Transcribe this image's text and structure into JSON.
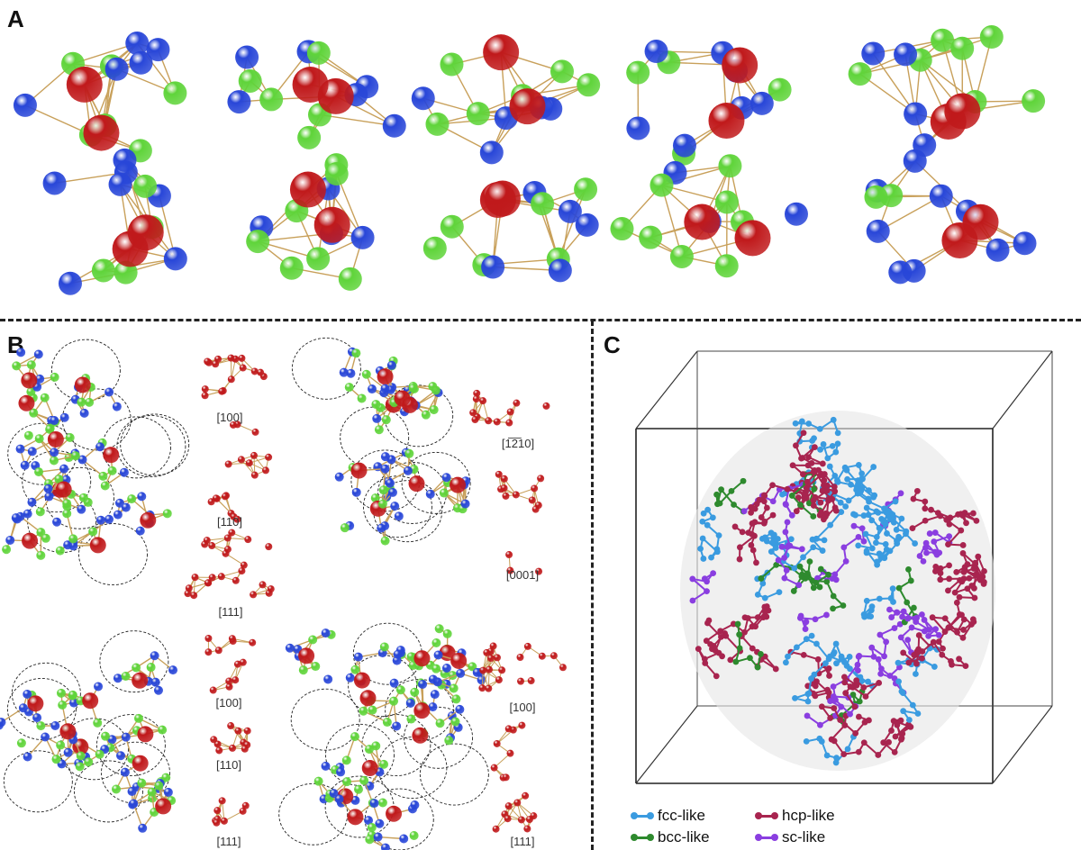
{
  "panels": {
    "a": {
      "letter": "A"
    },
    "b": {
      "letter": "B",
      "directions": {
        "tl": [
          "[100]",
          "[110]",
          "[111]"
        ],
        "tr": [
          "[1̅2̅10]",
          "[0001]"
        ],
        "bl": [
          "[100]",
          "[110]",
          "[111]"
        ],
        "br": [
          "[100]",
          "[111]"
        ]
      }
    },
    "c": {
      "letter": "C",
      "legend": [
        {
          "label": "fcc-like",
          "color": "#3a9be0"
        },
        {
          "label": "hcp-like",
          "color": "#a8244f"
        },
        {
          "label": "bcc-like",
          "color": "#2e8a2e"
        },
        {
          "label": "sc-like",
          "color": "#8a3ee0"
        }
      ]
    }
  },
  "atom_colors": {
    "red": "#c0191b",
    "blue": "#2846d8",
    "green": "#5fd43a",
    "bond": "#c8a05a"
  }
}
